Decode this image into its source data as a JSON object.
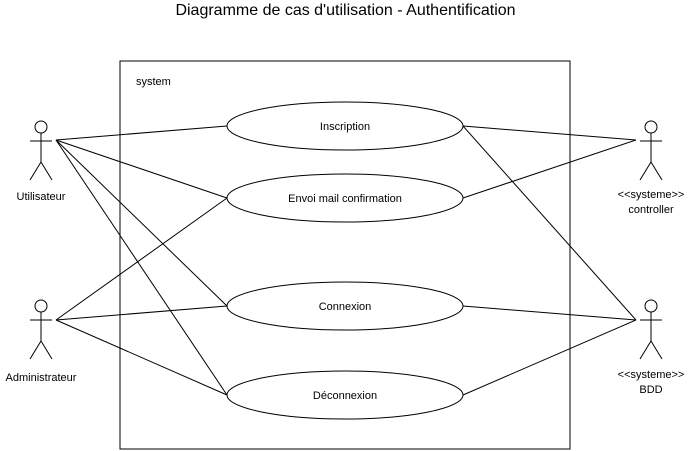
{
  "title": "Diagramme de cas d'utilisation - Authentification",
  "system_label": "system",
  "actors": {
    "utilisateur": {
      "name": "Utilisateur"
    },
    "administrateur": {
      "name": "Administrateur"
    },
    "controller": {
      "stereotype": "<<systeme>>",
      "name": "controller"
    },
    "bdd": {
      "stereotype": "<<systeme>>",
      "name": "BDD"
    }
  },
  "use_cases": {
    "inscription": "Inscription",
    "envoi_mail": "Envoi mail confirmation",
    "connexion": "Connexion",
    "deconnexion": "Déconnexion"
  },
  "associations": [
    [
      "utilisateur",
      "inscription"
    ],
    [
      "utilisateur",
      "envoi_mail"
    ],
    [
      "utilisateur",
      "connexion"
    ],
    [
      "utilisateur",
      "deconnexion"
    ],
    [
      "administrateur",
      "envoi_mail"
    ],
    [
      "administrateur",
      "connexion"
    ],
    [
      "administrateur",
      "deconnexion"
    ],
    [
      "inscription",
      "controller"
    ],
    [
      "envoi_mail",
      "controller"
    ],
    [
      "inscription",
      "bdd"
    ],
    [
      "connexion",
      "bdd"
    ],
    [
      "deconnexion",
      "bdd"
    ]
  ]
}
